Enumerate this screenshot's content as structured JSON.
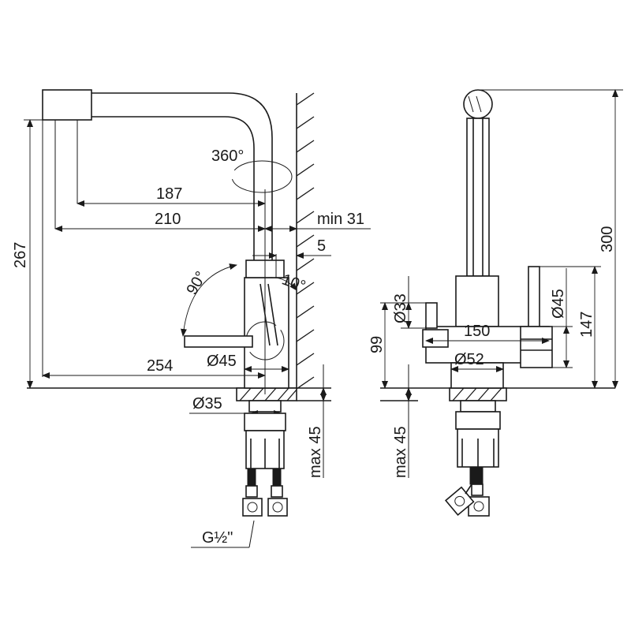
{
  "side_view": {
    "rotation_label": "360°",
    "dim_187": "187",
    "dim_210": "210",
    "dim_min31": "min 31",
    "dim_5": "5",
    "dim_267": "267",
    "angle_90": "90°",
    "angle_10": "10°",
    "dim_254": "254",
    "dim_d45": "Ø45",
    "dim_d35": "Ø35",
    "dim_max45": "max 45",
    "thread": "G½\""
  },
  "front_view": {
    "dim_300": "300",
    "dim_d33": "Ø33",
    "dim_150": "150",
    "dim_d45": "Ø45",
    "dim_147": "147",
    "dim_99": "99",
    "dim_d52": "Ø52",
    "dim_max45": "max 45"
  }
}
